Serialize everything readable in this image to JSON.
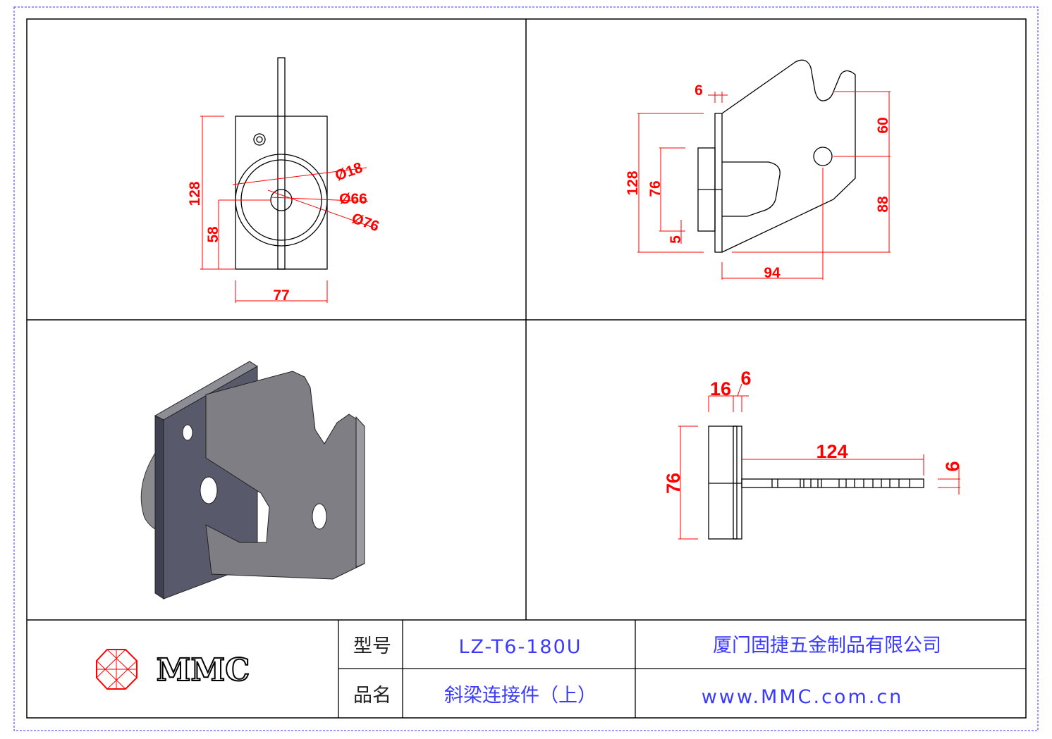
{
  "colors": {
    "dimension": "#ff0000",
    "title_text": "#3a3aff",
    "frame": "#000000",
    "border": "#3333ff"
  },
  "views": {
    "front": {
      "dims": {
        "height": "128",
        "lower_height": "58",
        "width": "77",
        "dia_small": "Ø18",
        "dia_mid": "Ø66",
        "dia_large": "Ø76"
      }
    },
    "side": {
      "dims": {
        "thickness": "6",
        "height": "128",
        "hub_height": "76",
        "offset": "5",
        "upper": "60",
        "lower": "88",
        "length": "94"
      }
    },
    "top": {
      "dims": {
        "hub_width": "16",
        "plate": "6",
        "hub_height": "76",
        "shaft_length": "124",
        "shaft_thickness": "6"
      }
    }
  },
  "title_block": {
    "logo_text": "MMC",
    "model_label": "型号",
    "model_value": "LZ-T6-180U",
    "name_label": "品名",
    "name_value": "斜梁连接件（上）",
    "company": "厦门固捷五金制品有限公司",
    "website": "www.MMC.com.cn"
  }
}
